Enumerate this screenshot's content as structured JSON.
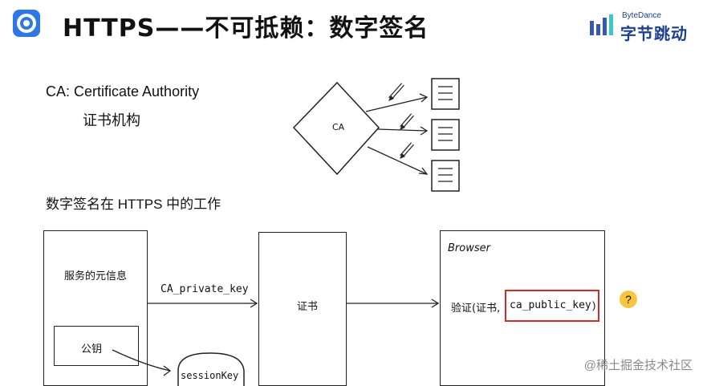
{
  "slide": {
    "title": "HTTPS——不可抵赖：数字签名"
  },
  "brand": {
    "name_en": "ByteDance",
    "name_cn": "字节跳动",
    "color": "#1c3f8c"
  },
  "ca_section": {
    "line1": "CA: Certificate Authority",
    "line2": "证书机构",
    "diamond_label": "CA"
  },
  "flow": {
    "section_title": "数字签名在 HTTPS 中的工作",
    "server_label": "服务的元信息",
    "pubkey_label": "公钥",
    "arrow_label": "CA_private_key",
    "cert_label": "证书",
    "session_label": "sessionKey",
    "browser_label": "Browser",
    "verify_prefix": "验证(证书,",
    "verify_key": "ca_public_key",
    "verify_suffix": ")",
    "highlight_color": "#d42a2a"
  },
  "watermark": "@稀土掘金技术社区"
}
